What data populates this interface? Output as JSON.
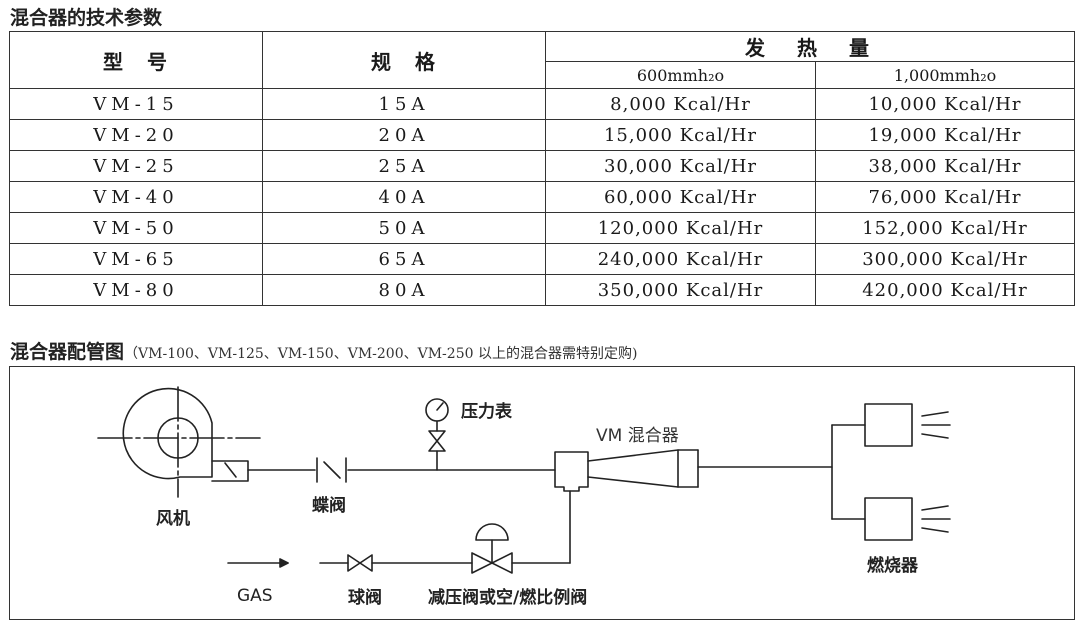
{
  "headings": {
    "specs_title": "混合器的技术参数",
    "piping_title": "混合器配管图",
    "piping_note": "（VM-100、VM-125、VM-150、VM-200、VM-250  以上的混合器需特别定购)"
  },
  "table": {
    "headers": {
      "model": "型　号",
      "spec": "规　格",
      "heat": "发　热　量",
      "heat_sub": [
        "600mmh₂o",
        "1,000mmh₂o"
      ]
    },
    "rows": [
      {
        "model": "VM-15",
        "spec": "15A",
        "heat_600": "8,000 Kcal/Hr",
        "heat_1000": "10,000 Kcal/Hr"
      },
      {
        "model": "VM-20",
        "spec": "20A",
        "heat_600": "15,000 Kcal/Hr",
        "heat_1000": "19,000 Kcal/Hr"
      },
      {
        "model": "VM-25",
        "spec": "25A",
        "heat_600": "30,000 Kcal/Hr",
        "heat_1000": "38,000 Kcal/Hr"
      },
      {
        "model": "VM-40",
        "spec": "40A",
        "heat_600": "60,000 Kcal/Hr",
        "heat_1000": "76,000 Kcal/Hr"
      },
      {
        "model": "VM-50",
        "spec": "50A",
        "heat_600": "120,000 Kcal/Hr",
        "heat_1000": "152,000 Kcal/Hr"
      },
      {
        "model": "VM-65",
        "spec": "65A",
        "heat_600": "240,000 Kcal/Hr",
        "heat_1000": "300,000 Kcal/Hr"
      },
      {
        "model": "VM-80",
        "spec": "80A",
        "heat_600": "350,000 Kcal/Hr",
        "heat_1000": "420,000 Kcal/Hr"
      }
    ]
  },
  "diagram": {
    "labels": {
      "pressure_gauge": "压力表",
      "mixer": "VM 混合器",
      "fan": "风机",
      "butterfly_valve": "蝶阀",
      "burner": "燃烧器",
      "gas": "GAS",
      "ball_valve": "球阀",
      "regulator_valve": "减压阀或空/燃比例阀"
    }
  }
}
